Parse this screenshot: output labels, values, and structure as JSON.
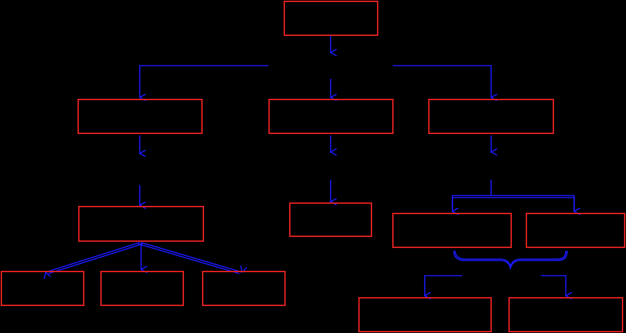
{
  "diagram": {
    "colors": {
      "background": "#000000",
      "box_border": "#e02020",
      "connector": "#1a1aff"
    },
    "nodes": [
      {
        "id": "root",
        "label": ""
      },
      {
        "id": "branch-left",
        "label": ""
      },
      {
        "id": "branch-middle",
        "label": ""
      },
      {
        "id": "branch-right",
        "label": ""
      },
      {
        "id": "left-sub",
        "label": ""
      },
      {
        "id": "middle-sub",
        "label": ""
      },
      {
        "id": "right-sub-a",
        "label": ""
      },
      {
        "id": "right-sub-b",
        "label": ""
      },
      {
        "id": "left-leaf-1",
        "label": ""
      },
      {
        "id": "left-leaf-2",
        "label": ""
      },
      {
        "id": "left-leaf-3",
        "label": ""
      },
      {
        "id": "right-leaf-1",
        "label": ""
      },
      {
        "id": "right-leaf-2",
        "label": ""
      }
    ]
  }
}
